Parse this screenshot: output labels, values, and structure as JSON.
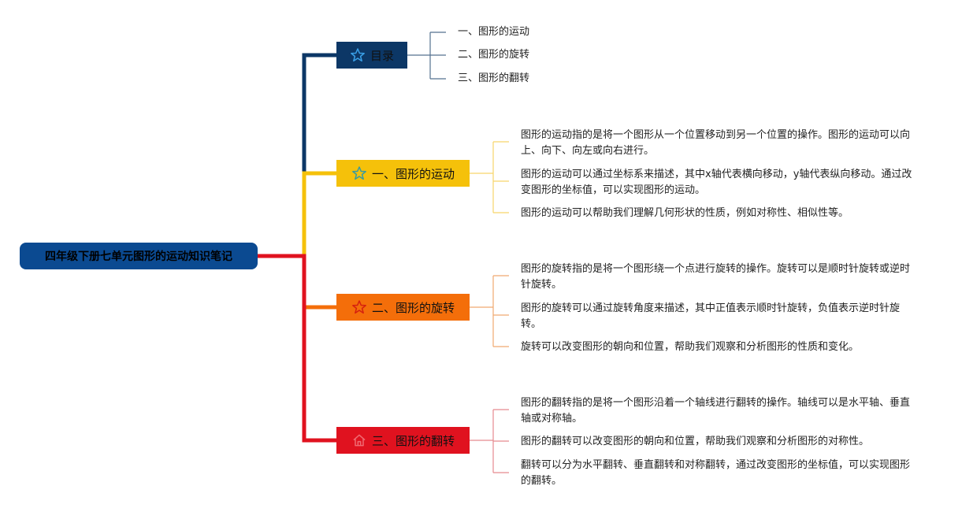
{
  "root": {
    "label": "四年级下册七单元图形的运动知识笔记",
    "color": "#0b4a91"
  },
  "branches": [
    {
      "label": "目录",
      "icon": "star-outline-icon",
      "color": "#0c3766",
      "line_color": "#0c3766",
      "children": [
        "一、图形的运动",
        "二、图形的旋转",
        "三、图形的翻转"
      ]
    },
    {
      "label": "一、图形的运动",
      "icon": "star-outline-icon",
      "color": "#f5c10a",
      "line_color": "#f5c10a",
      "children": [
        "图形的运动指的是将一个图形从一个位置移动到另一个位置的操作。图形的运动可以向上、向下、向左或向右进行。",
        "图形的运动可以通过坐标系来描述，其中x轴代表横向移动，y轴代表纵向移动。通过改变图形的坐标值，可以实现图形的运动。",
        "图形的运动可以帮助我们理解几何形状的性质，例如对称性、相似性等。"
      ]
    },
    {
      "label": "二、图形的旋转",
      "icon": "star-outline-icon",
      "color": "#f46e0a",
      "line_color": "#f46e0a",
      "children": [
        "图形的旋转指的是将一个图形绕一个点进行旋转的操作。旋转可以是顺时针旋转或逆时针旋转。",
        "图形的旋转可以通过旋转角度来描述，其中正值表示顺时针旋转，负值表示逆时针旋转。",
        "旋转可以改变图形的朝向和位置，帮助我们观察和分析图形的性质和变化。"
      ]
    },
    {
      "label": "三、图形的翻转",
      "icon": "home-icon",
      "color": "#e0121f",
      "line_color": "#e0121f",
      "children": [
        "图形的翻转指的是将一个图形沿着一个轴线进行翻转的操作。轴线可以是水平轴、垂直轴或对称轴。",
        "图形的翻转可以改变图形的朝向和位置，帮助我们观察和分析图形的对称性。",
        "翻转可以分为水平翻转、垂直翻转和对称翻转，通过改变图形的坐标值，可以实现图形的翻转。"
      ]
    }
  ]
}
